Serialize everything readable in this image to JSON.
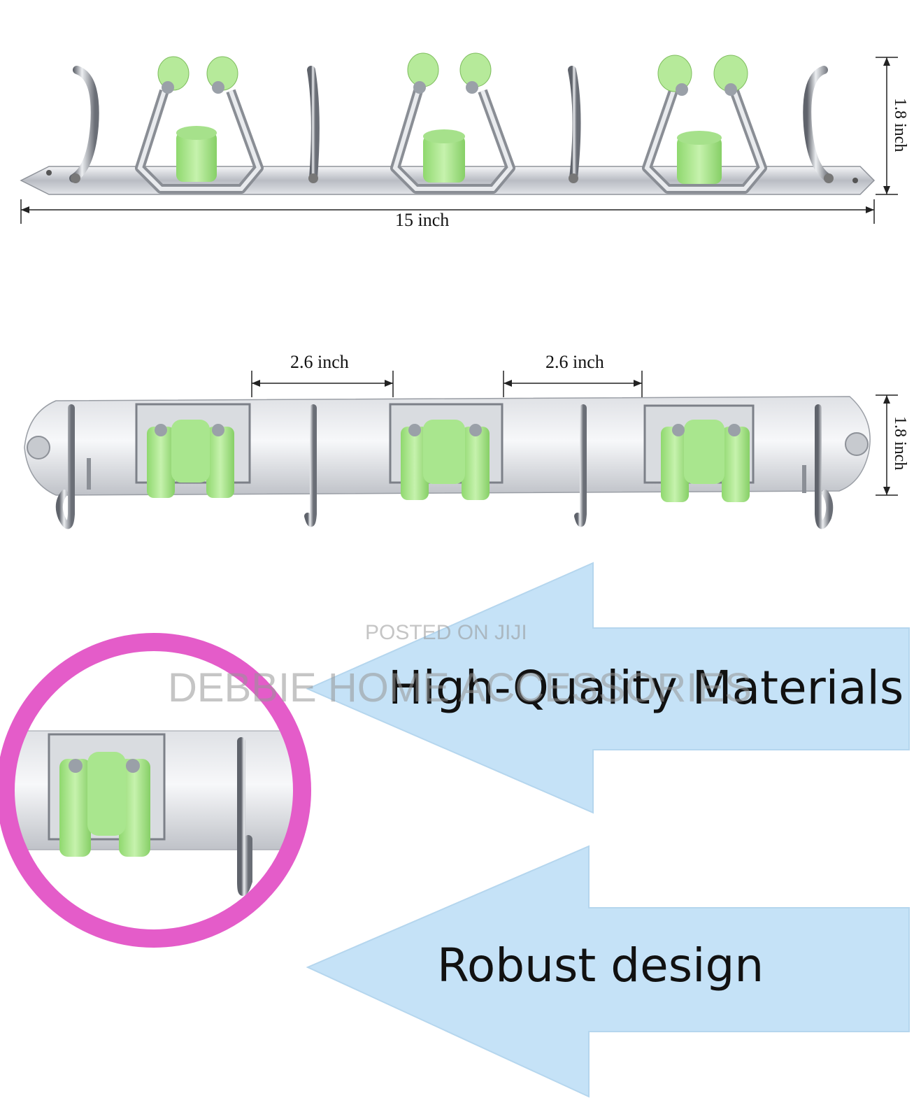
{
  "dimensions": {
    "total_length": "15 inch",
    "height_top": "1.8 inch",
    "spacing_left": "2.6 inch",
    "spacing_right": "2.6 inch",
    "height_side": "1.8 inch"
  },
  "callouts": {
    "materials": "High-Quality Materials",
    "design": "Robust design"
  },
  "watermark": {
    "line1": "POSTED ON JIJI",
    "line2": "DEBBIE HOME ACCESSORIES"
  },
  "colors": {
    "arrow_fill": "#c5e2f7",
    "clip_green": "#a8e68c",
    "circle_pink": "#e45cc9",
    "steel": "#c9ccd2"
  }
}
